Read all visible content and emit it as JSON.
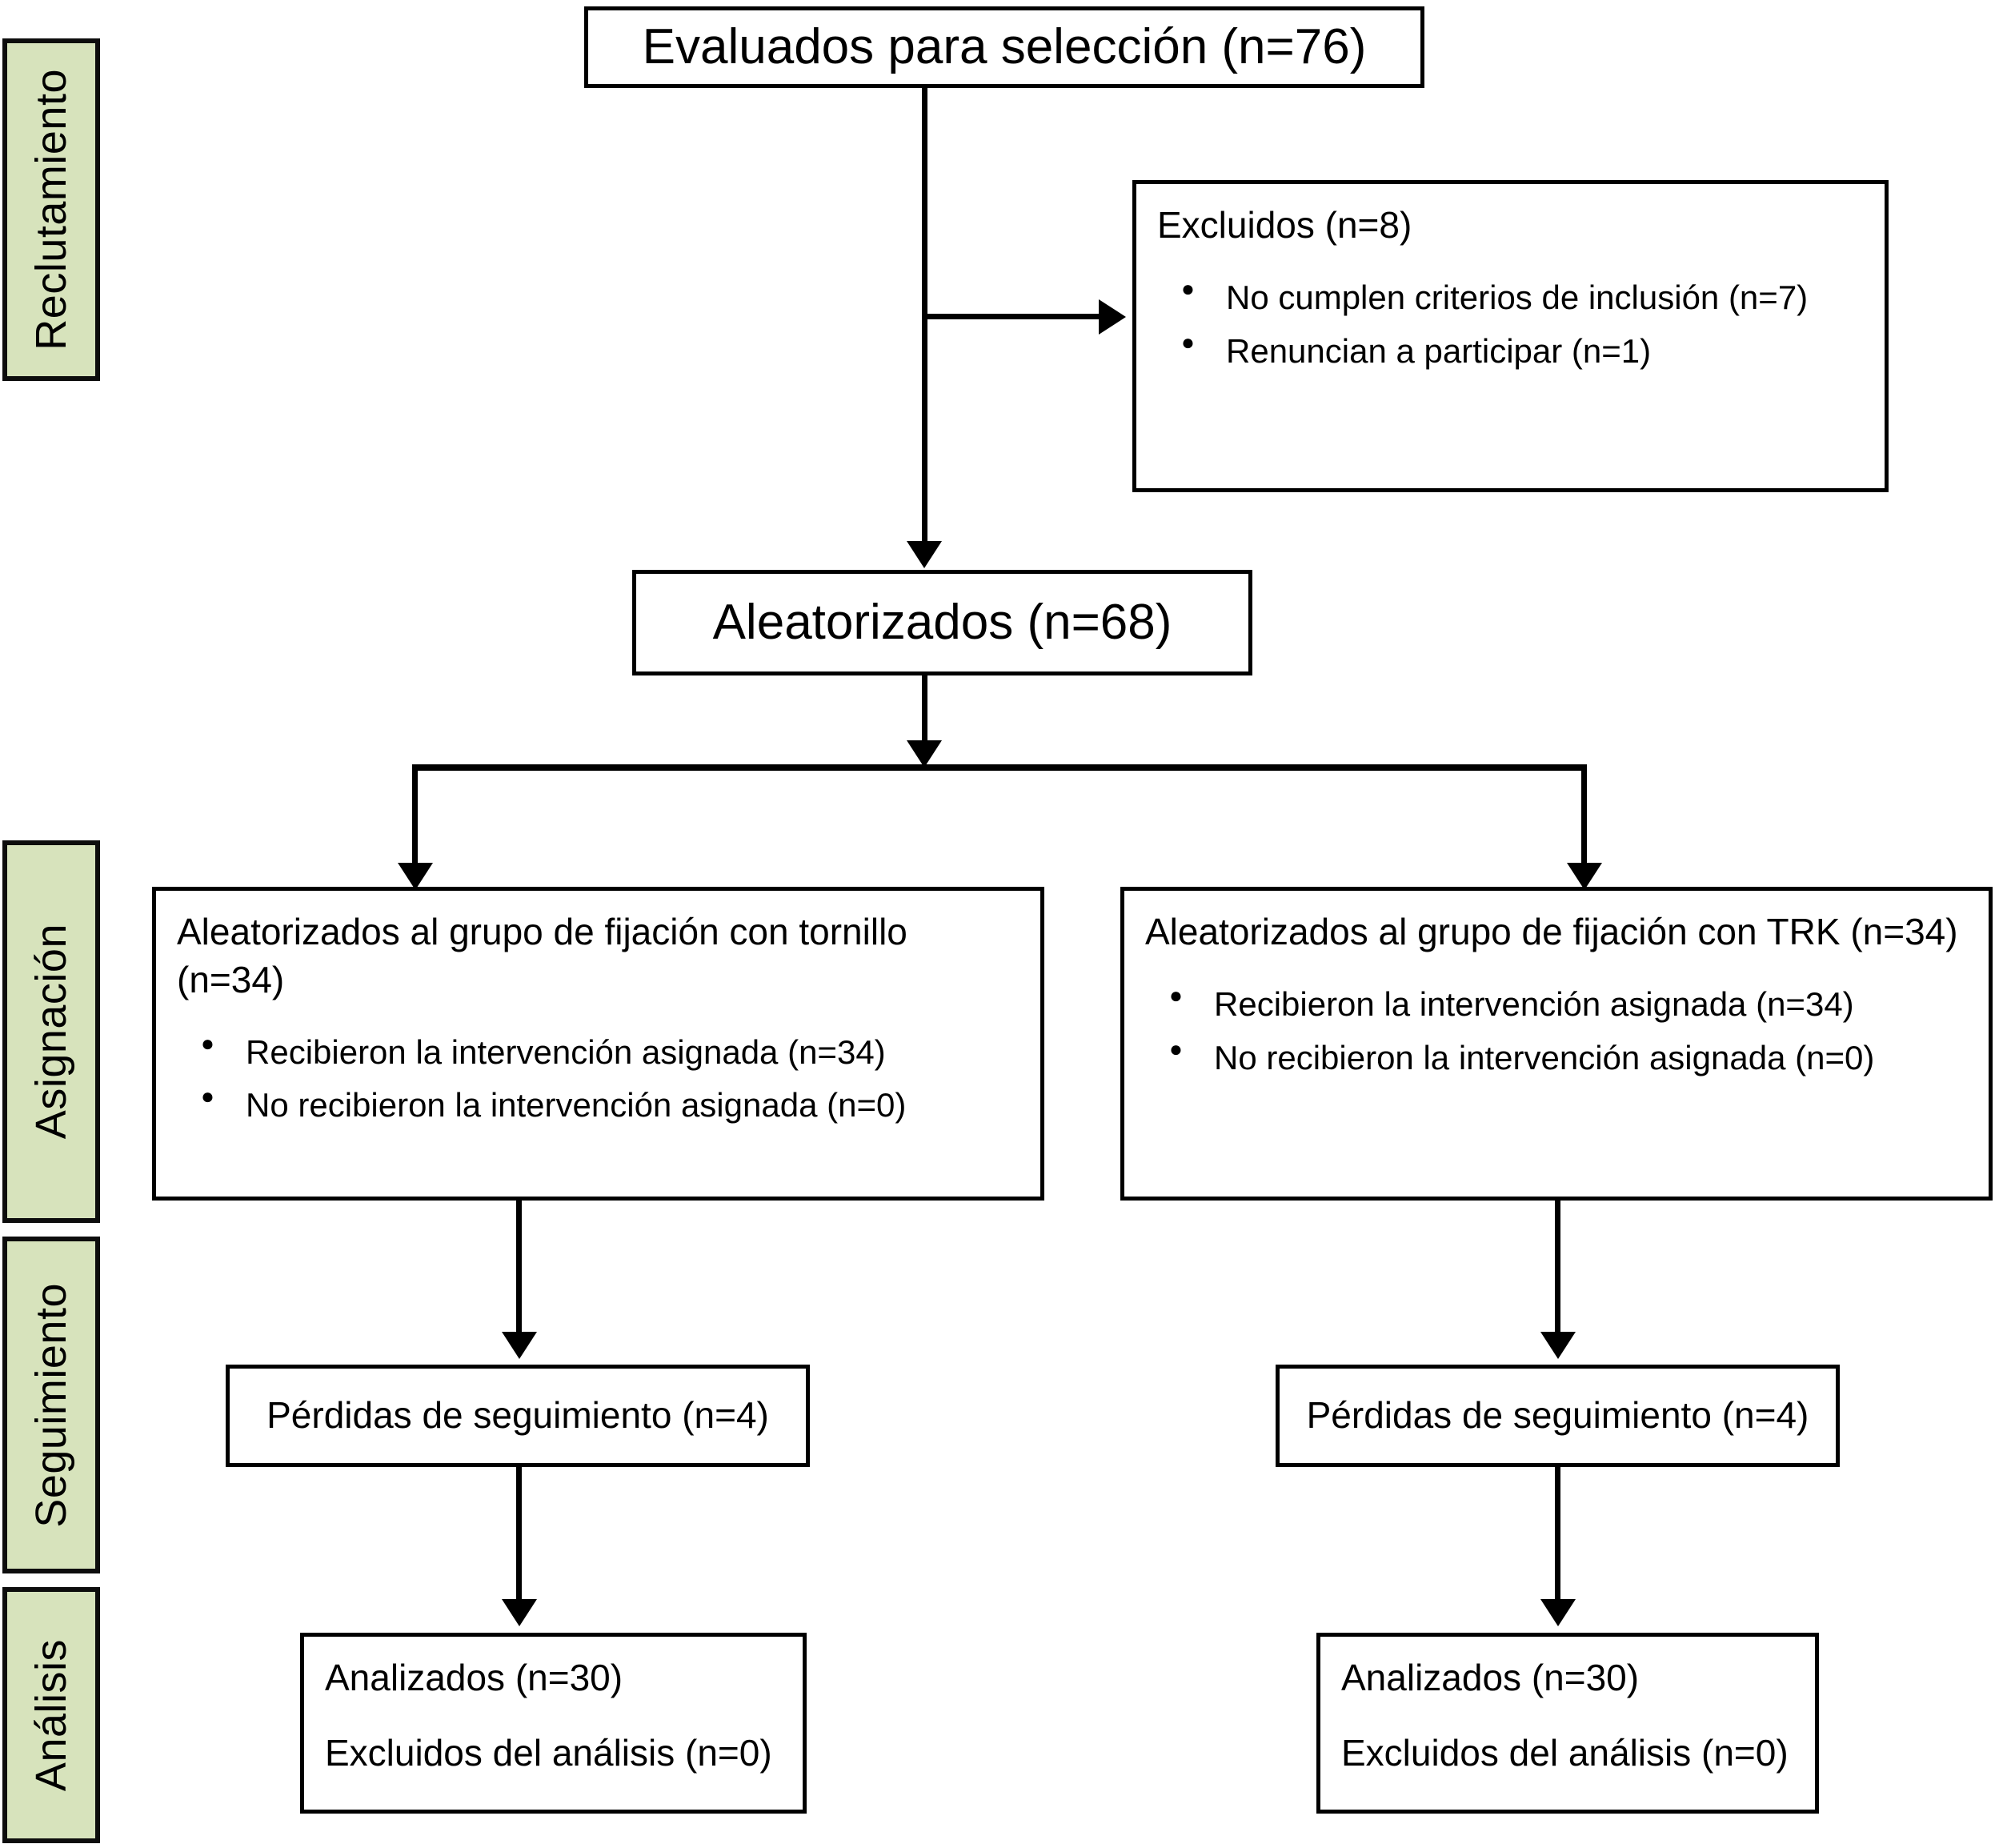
{
  "diagram": {
    "title": "CONSORT flow diagram",
    "accent_green": "#d7e3bc",
    "border_color": "#000000"
  },
  "phases": [
    {
      "id": "recruitment",
      "label": "Reclutamiento"
    },
    {
      "id": "allocation",
      "label": "Asignación"
    },
    {
      "id": "followup",
      "label": "Seguimiento"
    },
    {
      "id": "analysis",
      "label": "Análisis"
    }
  ],
  "nodes": {
    "screened": {
      "text": "Evaluados para selección (n=76)"
    },
    "excluded": {
      "heading": "Excluidos (n=8)",
      "items": [
        "No cumplen criterios de inclusión (n=7)",
        "Renuncian a participar (n=1)"
      ]
    },
    "randomized": {
      "text": "Aleatorizados (n=68)"
    },
    "alloc_left": {
      "heading": "Aleatorizados al grupo de fijación con tornillo (n=34)",
      "items": [
        "Recibieron la intervención asignada (n=34)",
        "No recibieron la intervención asignada (n=0)"
      ]
    },
    "alloc_right": {
      "heading": "Aleatorizados al grupo de fijación con TRK (n=34)",
      "items": [
        "Recibieron la intervención asignada (n=34)",
        "No recibieron la intervención asignada (n=0)"
      ]
    },
    "followup_left": {
      "text": "Pérdidas de seguimiento (n=4)"
    },
    "followup_right": {
      "text": "Pérdidas de seguimiento (n=4)"
    },
    "analysis_left": {
      "line1": "Analizados (n=30)",
      "line2": "Excluidos del análisis (n=0)"
    },
    "analysis_right": {
      "line1": "Analizados (n=30)",
      "line2": "Excluidos del análisis (n=0)"
    }
  }
}
